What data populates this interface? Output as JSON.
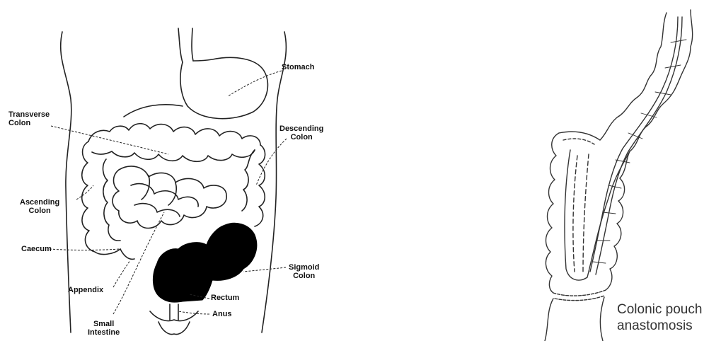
{
  "left_diagram": {
    "labels": {
      "stomach": "Stomach",
      "transverse_colon": [
        "Transverse",
        "Colon"
      ],
      "descending_colon": [
        "Descending",
        "Colon"
      ],
      "ascending_colon": [
        "Ascending",
        "Colon"
      ],
      "caecum": "Caecum",
      "sigmoid_colon": [
        "Sigmoid",
        "Colon"
      ],
      "appendix": "Appendix",
      "rectum": "Rectum",
      "anus": "Anus",
      "small_intestine": [
        "Small",
        "Intestine"
      ]
    }
  },
  "right_diagram": {
    "label": [
      "Colonic pouch",
      "anastomosis"
    ]
  }
}
